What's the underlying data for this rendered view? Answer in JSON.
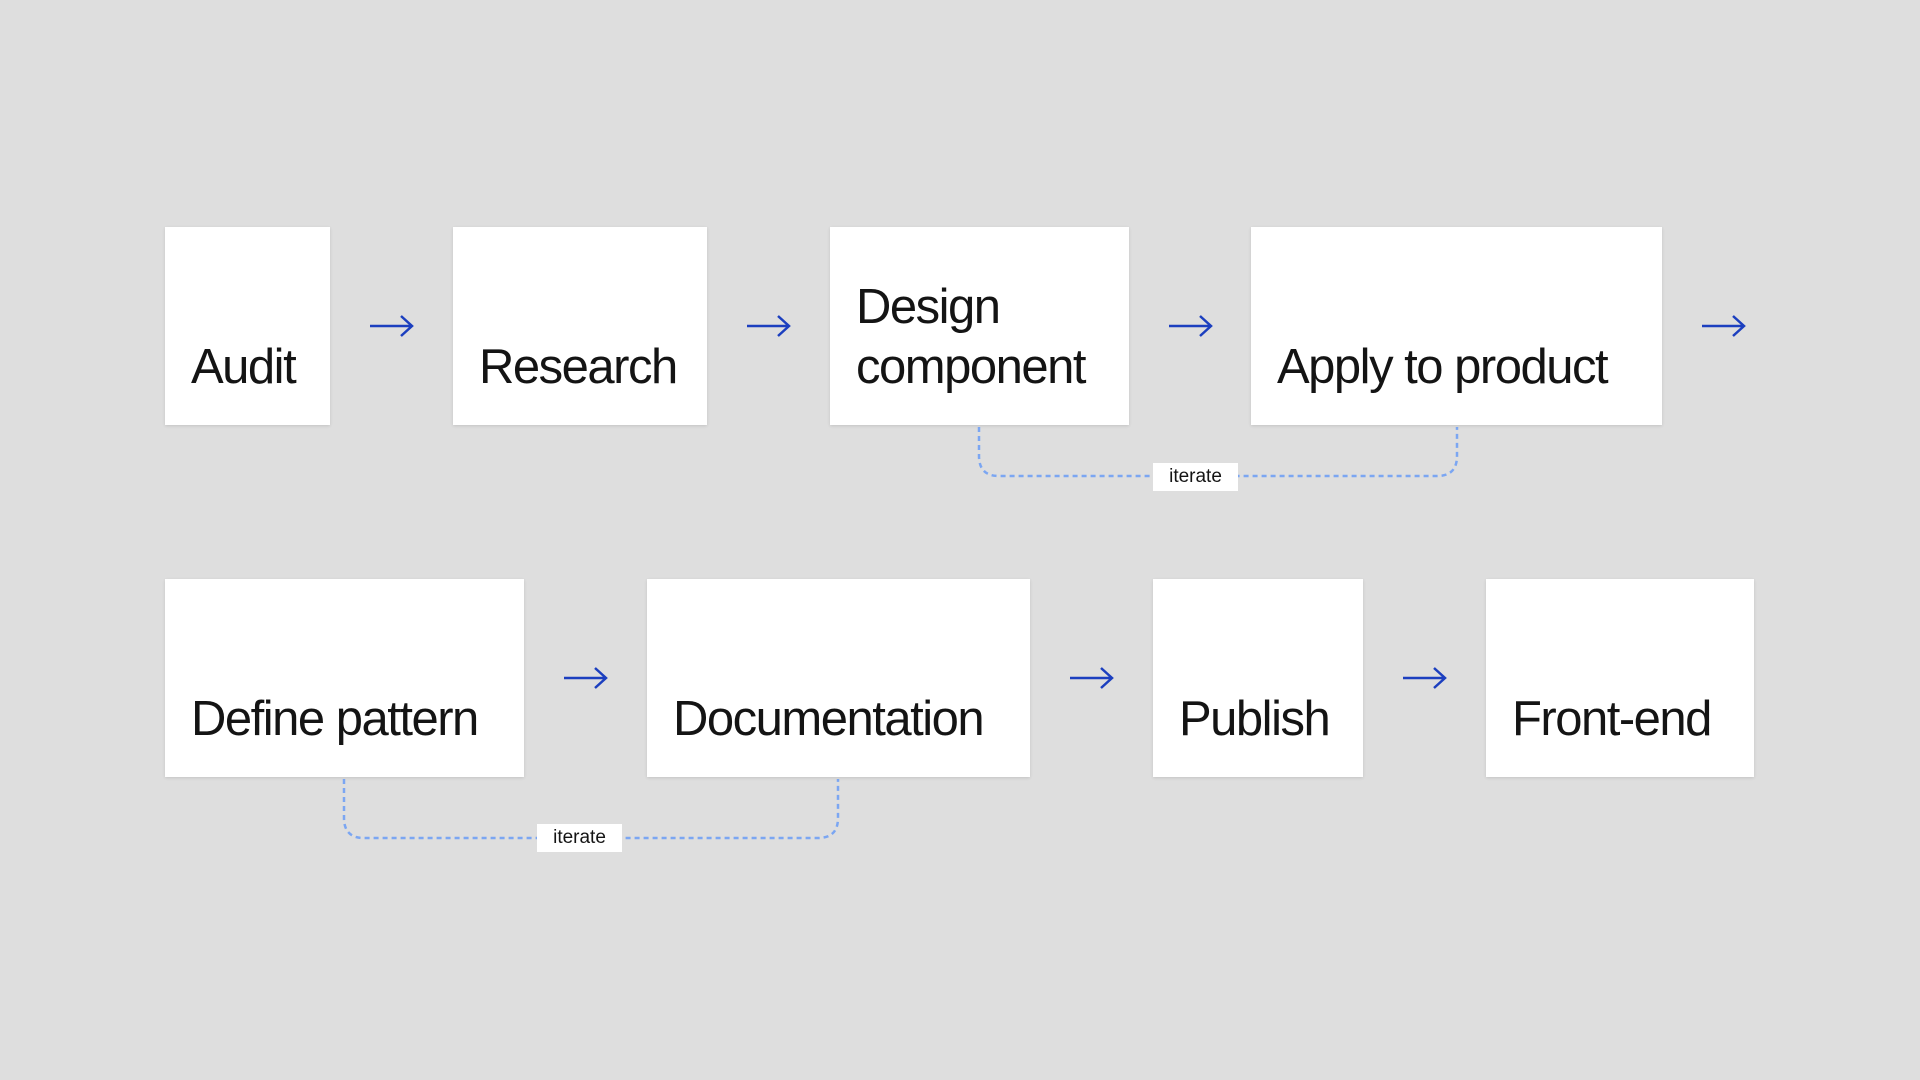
{
  "colors": {
    "background": "#dedede",
    "box": "#ffffff",
    "arrow": "#1c3fbf",
    "iterate_line": "#7ba6f2",
    "text": "#141414"
  },
  "row1": {
    "steps": [
      "Audit",
      "Research",
      "Design\ncomponent",
      "Apply to product"
    ]
  },
  "row2": {
    "steps": [
      "Define pattern",
      "Documentation",
      "Publish",
      "Front-end"
    ]
  },
  "loops": [
    {
      "label": "iterate",
      "from": "Design\ncomponent",
      "to": "Apply to product"
    },
    {
      "label": "iterate",
      "from": "Define pattern",
      "to": "Documentation"
    }
  ],
  "icons": {
    "arrow": "right-arrow-icon"
  }
}
